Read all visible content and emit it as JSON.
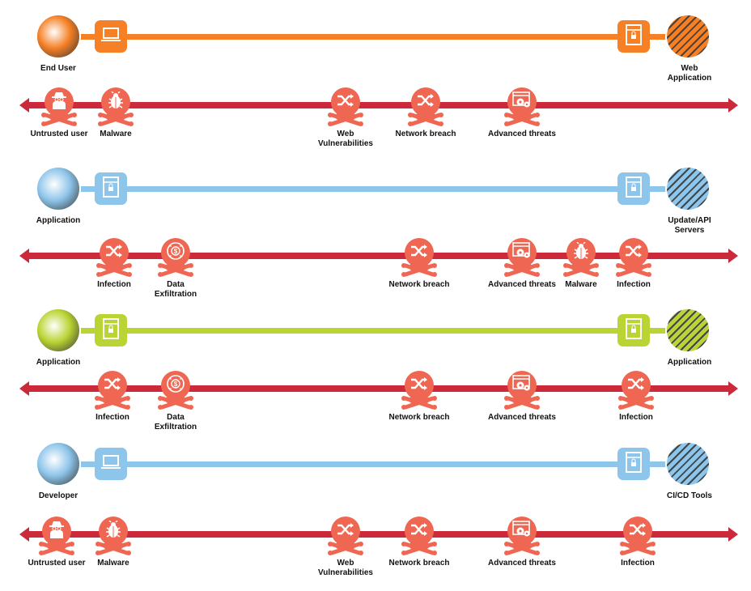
{
  "colors": {
    "orange": "#f58025",
    "blue": "#8ec5ea",
    "green": "#b9d433",
    "threat_line": "#cc2a3a",
    "threat": "#ef6752"
  },
  "rows": [
    {
      "left_label": "End User",
      "right_label": "Web Application",
      "left_device": "laptop-icon",
      "right_device": "server-icon",
      "color": "#f58025",
      "threats": [
        {
          "label": "Untrusted user",
          "icon": "spy-icon"
        },
        {
          "label": "Malware",
          "icon": "bug-icon"
        },
        {
          "label": "Web Vulnerabilities",
          "icon": "shuffle-icon"
        },
        {
          "label": "Network breach",
          "icon": "shuffle-icon"
        },
        {
          "label": "Advanced threats",
          "icon": "gear-window-icon"
        }
      ]
    },
    {
      "left_label": "Application",
      "right_label": "Update/API Servers",
      "left_device": "server-icon",
      "right_device": "server-icon",
      "color": "#8ec5ea",
      "threats": [
        {
          "label": "Infection",
          "icon": "shuffle-icon"
        },
        {
          "label": "Data Exfiltration",
          "icon": "exfiltration-icon"
        },
        {
          "label": "Network breach",
          "icon": "shuffle-icon"
        },
        {
          "label": "Advanced threats",
          "icon": "gear-window-icon"
        },
        {
          "label": "Malware",
          "icon": "bug-icon"
        },
        {
          "label": "Infection",
          "icon": "shuffle-icon"
        }
      ]
    },
    {
      "left_label": "Application",
      "right_label": "Application",
      "left_device": "server-icon",
      "right_device": "server-icon",
      "color": "#b9d433",
      "threats": [
        {
          "label": "Infection",
          "icon": "shuffle-icon"
        },
        {
          "label": "Data Exfiltration",
          "icon": "exfiltration-icon"
        },
        {
          "label": "Network breach",
          "icon": "shuffle-icon"
        },
        {
          "label": "Advanced threats",
          "icon": "gear-window-icon"
        },
        {
          "label": "Infection",
          "icon": "shuffle-icon"
        }
      ]
    },
    {
      "left_label": "Developer",
      "right_label": "CI/CD Tools",
      "left_device": "laptop-icon",
      "right_device": "server-icon",
      "color": "#8ec5ea",
      "threats": [
        {
          "label": "Untrusted user",
          "icon": "spy-icon"
        },
        {
          "label": "Malware",
          "icon": "bug-icon"
        },
        {
          "label": "Web Vulnerabilities",
          "icon": "shuffle-icon"
        },
        {
          "label": "Network breach",
          "icon": "shuffle-icon"
        },
        {
          "label": "Advanced threats",
          "icon": "gear-window-icon"
        },
        {
          "label": "Infection",
          "icon": "shuffle-icon"
        }
      ]
    }
  ]
}
